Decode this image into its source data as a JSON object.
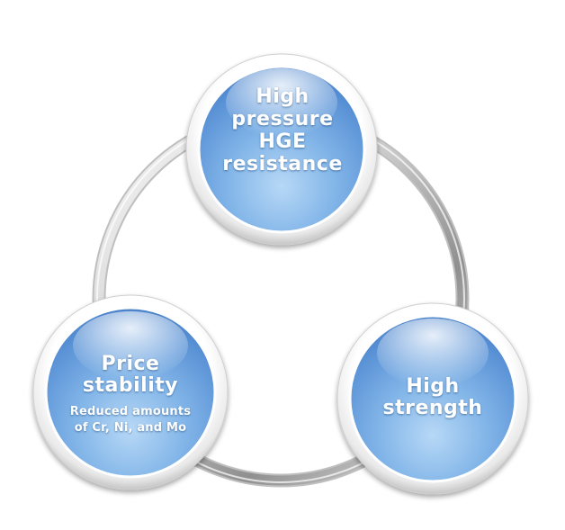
{
  "nodes": {
    "top": {
      "lines": [
        "High",
        "pressure",
        "HGE",
        "resistance"
      ]
    },
    "left": {
      "title_lines": [
        "Price",
        "stability"
      ],
      "subtitle_lines": [
        "Reduced amounts",
        "of Cr, Ni, and Mo"
      ]
    },
    "right": {
      "lines": [
        "High",
        "strength"
      ]
    }
  },
  "colors": {
    "sphere_light": "#d7ebfb",
    "sphere_mid": "#7fb2e6",
    "sphere_dark": "#4a86cf",
    "ring_light": "#f3f3f3",
    "ring_dark": "#9a9a9a"
  }
}
